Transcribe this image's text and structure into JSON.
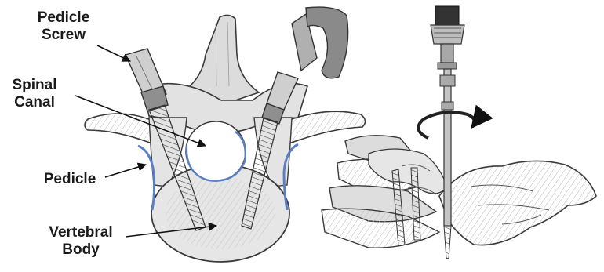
{
  "labels": {
    "pedicle_screw": [
      "Pedicle",
      "Screw"
    ],
    "spinal_canal": [
      "Spinal",
      "Canal"
    ],
    "pedicle": "Pedicle",
    "vertebral_body": [
      "Vertebral",
      "Body"
    ]
  },
  "colors": {
    "pedicle_outline": "#5b7fc4",
    "bone_fill": "#e2e2e2",
    "bone_line": "#3a3a3a",
    "screw_metal": "#9a9a9a",
    "text": "#1a1a1a"
  },
  "icons": {
    "rotation_arrow": "curved-rotation-arrow-icon"
  }
}
